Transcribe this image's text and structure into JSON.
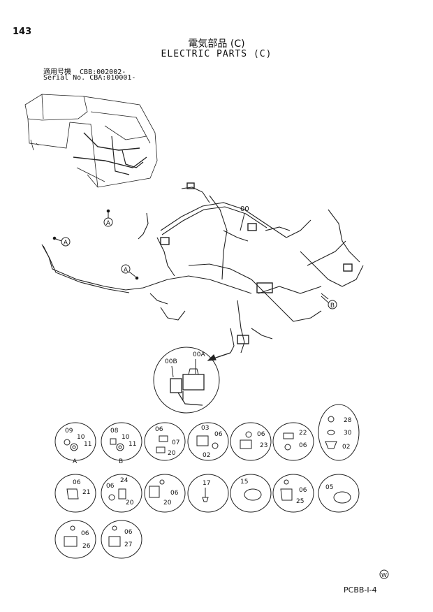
{
  "header": {
    "page_number": "143",
    "title_jp": "電気部品 (C)",
    "title_en": "ELECTRIC PARTS (C)",
    "serial_lines": [
      "適用号機  CBB:002002-",
      "Serial No. CBA:010001-"
    ]
  },
  "callouts": {
    "A": "A",
    "B": "B",
    "main_part": "00",
    "detail_part_a": "00A",
    "detail_part_b": "00B"
  },
  "groups": [
    {
      "id": "g1",
      "labels": [
        "09",
        "10",
        "11"
      ],
      "letter": "A"
    },
    {
      "id": "g2",
      "labels": [
        "08",
        "10",
        "11"
      ],
      "letter": "B"
    },
    {
      "id": "g3",
      "labels": [
        "06",
        "07",
        "20"
      ]
    },
    {
      "id": "g4",
      "labels": [
        "03",
        "06",
        "02"
      ]
    },
    {
      "id": "g5",
      "labels": [
        "06",
        "23"
      ]
    },
    {
      "id": "g6",
      "labels": [
        "22",
        "06"
      ]
    },
    {
      "id": "g7",
      "labels": [
        "28",
        "30",
        "02"
      ]
    },
    {
      "id": "g8",
      "labels": [
        "06",
        "21"
      ]
    },
    {
      "id": "g9",
      "labels": [
        "06",
        "24",
        "20"
      ]
    },
    {
      "id": "g10",
      "labels": [
        "06",
        "20"
      ]
    },
    {
      "id": "g11",
      "labels": [
        "17"
      ]
    },
    {
      "id": "g12",
      "labels": [
        "15"
      ]
    },
    {
      "id": "g13",
      "labels": [
        "06",
        "25"
      ]
    },
    {
      "id": "g14",
      "labels": [
        "05"
      ]
    },
    {
      "id": "g15",
      "labels": [
        "06",
        "26"
      ]
    },
    {
      "id": "g16",
      "labels": [
        "06",
        "27"
      ]
    }
  ],
  "footer": {
    "mark": "W",
    "code": "PCBB-I-4"
  }
}
